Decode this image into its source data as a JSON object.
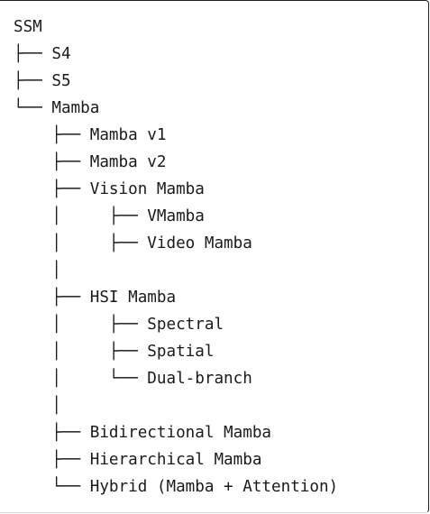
{
  "tree": {
    "lines": [
      {
        "prefix": "",
        "label": "SSM"
      },
      {
        "prefix": "├── ",
        "label": "S4"
      },
      {
        "prefix": "├── ",
        "label": "S5"
      },
      {
        "prefix": "└── ",
        "label": "Mamba"
      },
      {
        "prefix": "    ├── ",
        "label": "Mamba v1"
      },
      {
        "prefix": "    ├── ",
        "label": "Mamba v2"
      },
      {
        "prefix": "    ├── ",
        "label": "Vision Mamba"
      },
      {
        "prefix": "    │     ├── ",
        "label": "VMamba"
      },
      {
        "prefix": "    │     ├── ",
        "label": "Video Mamba"
      },
      {
        "prefix": "    │",
        "label": ""
      },
      {
        "prefix": "    ├── ",
        "label": "HSI Mamba"
      },
      {
        "prefix": "    │     ├── ",
        "label": "Spectral"
      },
      {
        "prefix": "    │     ├── ",
        "label": "Spatial"
      },
      {
        "prefix": "    │     └── ",
        "label": "Dual-branch"
      },
      {
        "prefix": "    │",
        "label": ""
      },
      {
        "prefix": "    ├── ",
        "label": "Bidirectional Mamba"
      },
      {
        "prefix": "    ├── ",
        "label": "Hierarchical Mamba"
      },
      {
        "prefix": "    └── ",
        "label": "Hybrid (Mamba + Attention)"
      }
    ]
  }
}
